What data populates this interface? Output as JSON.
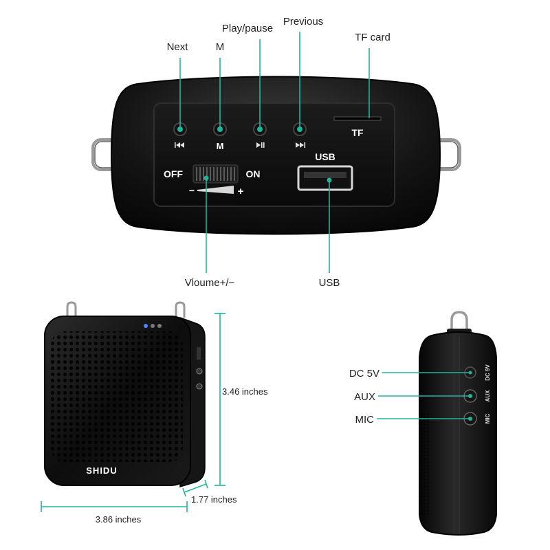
{
  "top": {
    "callouts": {
      "next": "Next",
      "m": "M",
      "play_pause": "Play/pause",
      "previous": "Previous",
      "tf_card": "TF card",
      "volume": "Vloume+/−",
      "usb": "USB"
    },
    "panel": {
      "m_label": "M",
      "tf_label": "TF",
      "usb_label": "USB",
      "off_label": "OFF",
      "on_label": "ON",
      "minus": "−",
      "plus": "+"
    }
  },
  "front": {
    "brand": "SHIDU",
    "height": "3.46 inches",
    "width": "3.86 inches",
    "depth": "1.77 inches"
  },
  "side": {
    "callouts": {
      "dc": "DC 5V",
      "aux": "AUX",
      "mic": "MIC"
    },
    "port_labels": {
      "dc": "DC 9V",
      "aux": "AUX",
      "mic": "MIC"
    }
  },
  "colors": {
    "led_green": "#1aa383",
    "accent_cyan": "#1fb59b",
    "body": "#0c0c0c"
  }
}
